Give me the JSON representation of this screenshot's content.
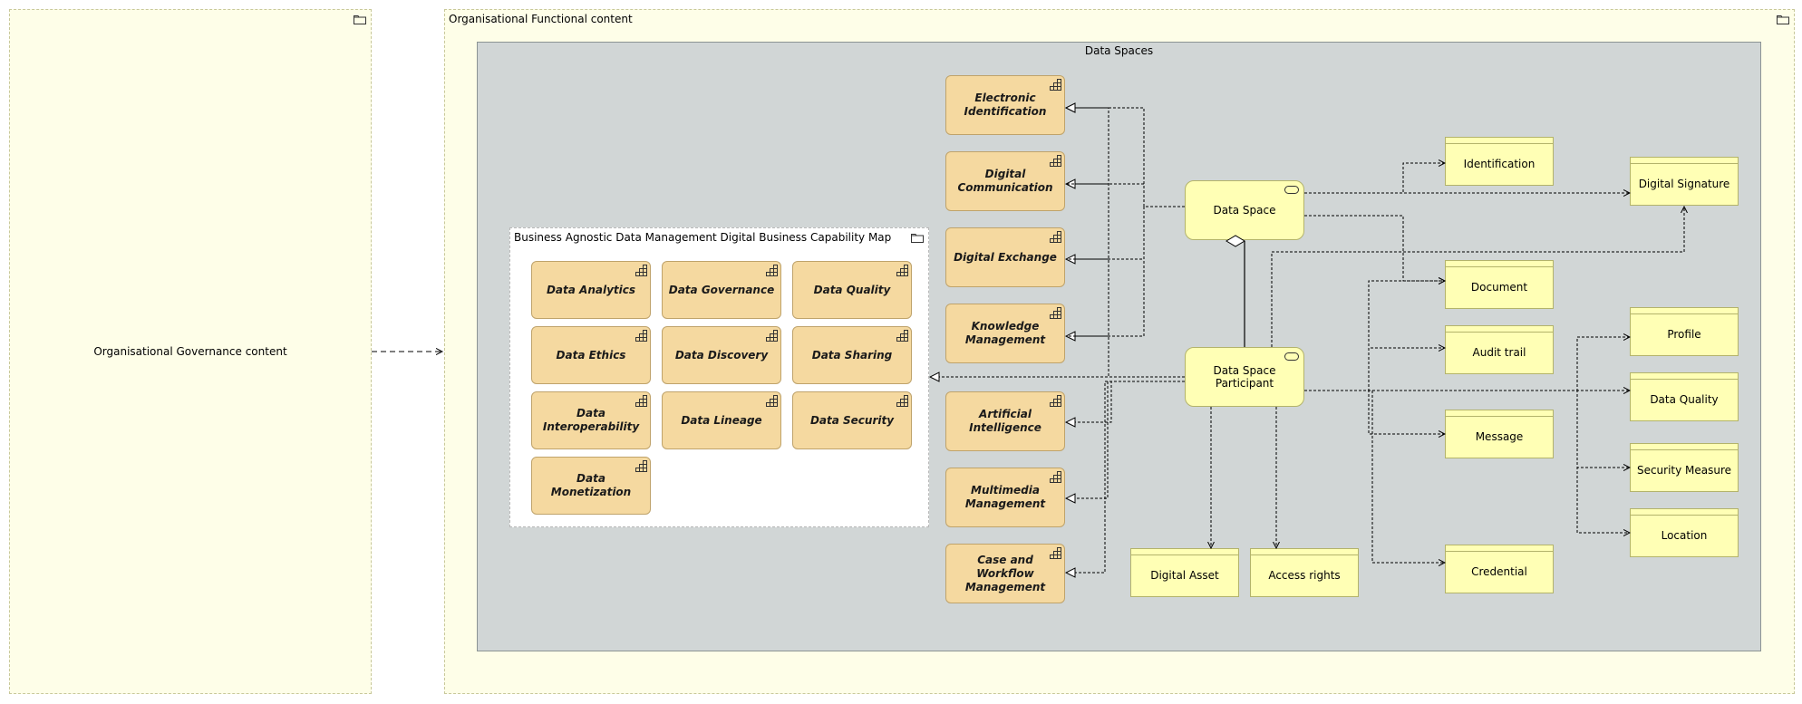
{
  "groups": {
    "governance": "Organisational Governance content",
    "functional": "Organisational Functional content",
    "data_spaces": "Data Spaces",
    "capability_map": "Business Agnostic Data Management Digital Business Capability Map"
  },
  "capability_map_items": [
    "Data Analytics",
    "Data Governance",
    "Data Quality",
    "Data Ethics",
    "Data Discovery",
    "Data Sharing",
    "Data Interoperability",
    "Data Lineage",
    "Data Security",
    "Data Monetization"
  ],
  "capabilities": [
    "Electronic Identification",
    "Digital Communication",
    "Digital Exchange",
    "Knowledge Management",
    "Artificial Intelligence",
    "Multimedia Management",
    "Case and Workflow Management"
  ],
  "services": {
    "data_space": "Data Space",
    "participant": "Data Space Participant"
  },
  "objects": {
    "identification": "Identification",
    "document": "Document",
    "audit_trail": "Audit trail",
    "message": "Message",
    "credential": "Credential",
    "digital_signature": "Digital Signature",
    "profile": "Profile",
    "data_quality": "Data Quality",
    "security_measure": "Security Measure",
    "location": "Location",
    "digital_asset": "Digital Asset",
    "access_rights": "Access rights"
  },
  "colors": {
    "grouping_fill": "#fefee8",
    "data_spaces_fill": "#d1d6d6",
    "capability_fill": "#f5d9a0",
    "business_fill": "#ffffb5"
  }
}
